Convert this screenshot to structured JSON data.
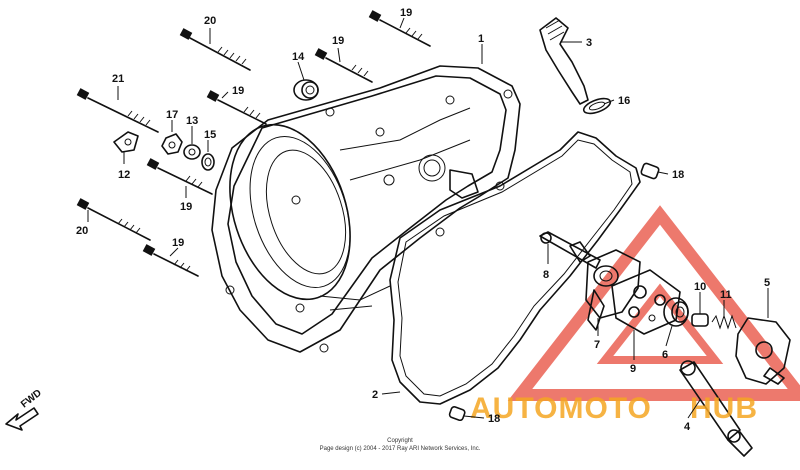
{
  "diagram": {
    "part_labels": {
      "p1": "1",
      "p2": "2",
      "p3": "3",
      "p4": "4",
      "p5": "5",
      "p6": "6",
      "p7": "7",
      "p8": "8",
      "p9": "9",
      "p10": "10",
      "p11": "11",
      "p12": "12",
      "p13": "13",
      "p14": "14",
      "p15": "15",
      "p16": "16",
      "p17": "17",
      "p18a": "18",
      "p18b": "18",
      "p19a": "19",
      "p19b": "19",
      "p19c": "19",
      "p19d": "19",
      "p19e": "19",
      "p20a": "20",
      "p20b": "20",
      "p21": "21"
    },
    "fwd_label": "FWD",
    "copyright_line1": "Copyright",
    "copyright_line2": "Page design (c) 2004 - 2017 Ray ARI Network Services, Inc.",
    "watermark_brand_left": "AUTOMOTO",
    "watermark_brand_right": "HUB",
    "colors": {
      "watermark_red": "#e74c3c",
      "watermark_orange": "#f5a623",
      "ink": "#111111"
    }
  }
}
